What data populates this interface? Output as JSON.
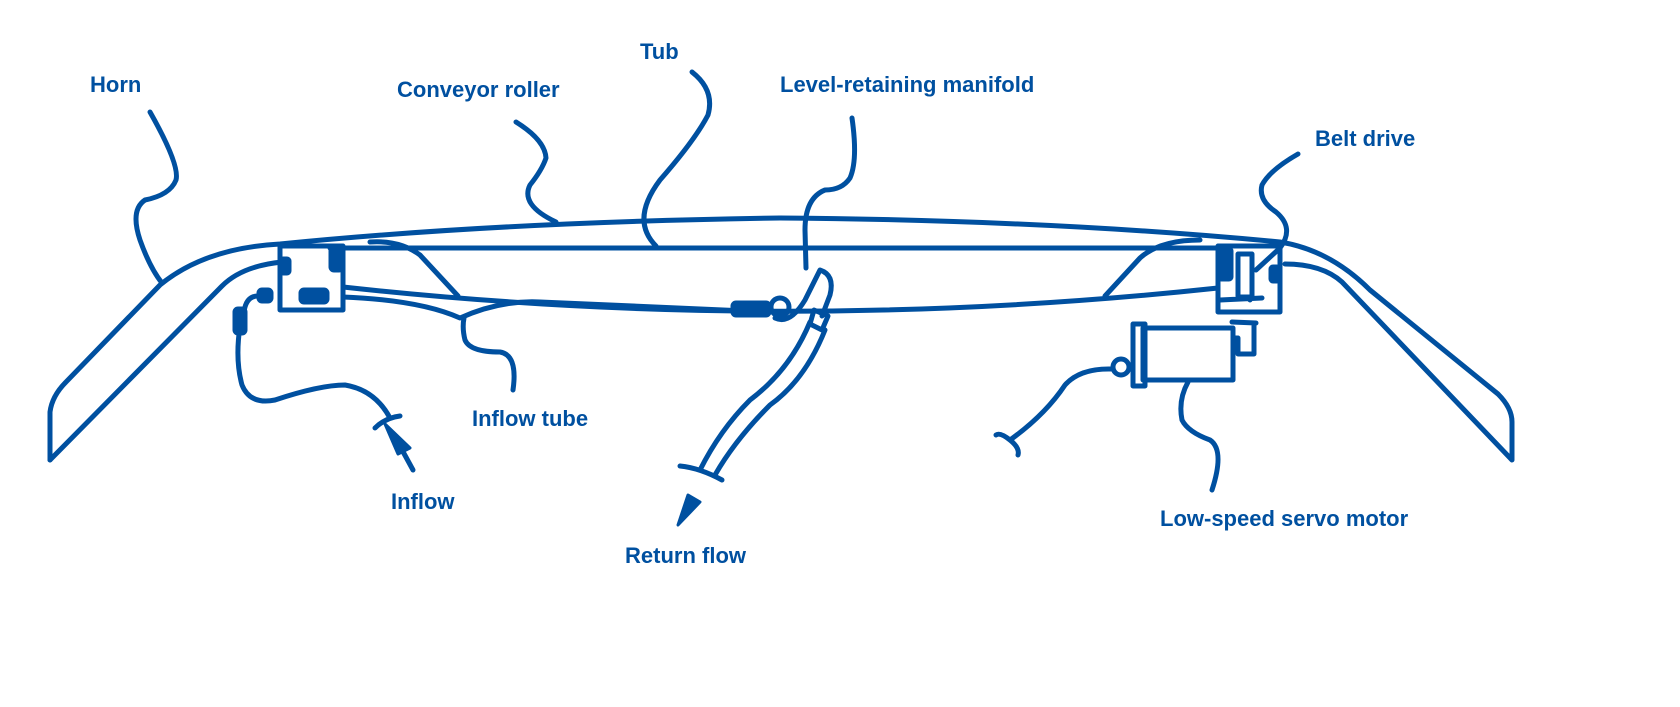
{
  "title": "Conveyor tub assembly diagram",
  "color": "#0050a0",
  "labels": {
    "horn": "Horn",
    "conveyor_roller": "Conveyor roller",
    "tub": "Tub",
    "manifold": "Level-retaining manifold",
    "belt_drive": "Belt drive",
    "inflow_tube": "Inflow tube",
    "inflow": "Inflow",
    "return_flow": "Return flow",
    "servo_motor": "Low-speed servo motor"
  }
}
